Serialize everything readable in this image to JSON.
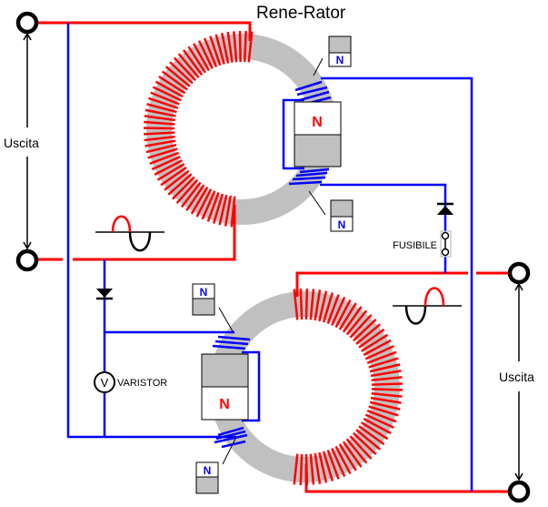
{
  "title": "Rene-Rator",
  "labels": {
    "output_left": "Uscita",
    "output_right": "Uscita",
    "fuse": "FUSIBILE",
    "varistor": "VARISTOR",
    "varistor_symbol": "V",
    "magnet_pole": "N"
  },
  "colors": {
    "output_winding": "#ff0000",
    "control_winding": "#0000ff",
    "core": "#c0c0c0",
    "magnet_body": "#c0c0c0",
    "magnet_large_pole_text": "#ff0000",
    "magnet_small_pole_text": "#0000ff",
    "wire_black": "#000000"
  },
  "components": [
    {
      "id": "toroid-top",
      "type": "toroidal core with output winding"
    },
    {
      "id": "toroid-bottom",
      "type": "toroidal core with output winding"
    },
    {
      "id": "diode-top",
      "type": "diode"
    },
    {
      "id": "diode-bottom",
      "type": "diode"
    },
    {
      "id": "fuse",
      "type": "fuse"
    },
    {
      "id": "varistor",
      "type": "varistor"
    }
  ]
}
